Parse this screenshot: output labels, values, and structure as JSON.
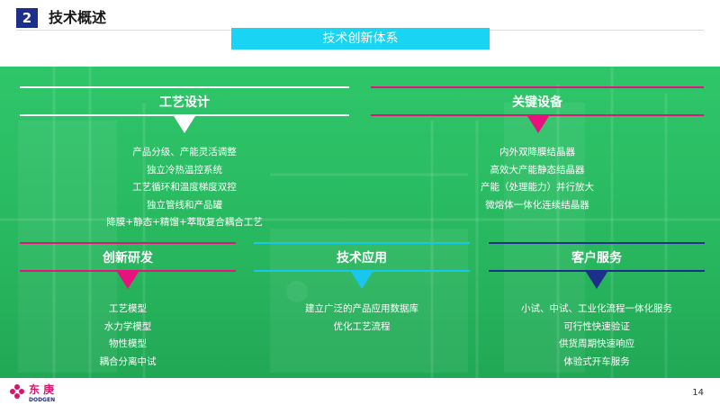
{
  "header": {
    "section_number": "2",
    "section_title": "技术概述",
    "banner": "技术创新体系"
  },
  "sections": {
    "process_design": {
      "title": "工艺设计",
      "items": [
        "产品分级、产能灵活调整",
        "独立冷热温控系统",
        "工艺循环和温度梯度双控",
        "独立管线和产品罐",
        "降膜+静态+精馏+萃取复合耦合工艺"
      ],
      "line_color": "#ffffff",
      "marker_color": "#ffffff"
    },
    "key_equipment": {
      "title": "关键设备",
      "items": [
        "内外双降膜结晶器",
        "高效大产能静态结晶器",
        "产能（处理能力）并行放大",
        "微熔体一体化连续结晶器"
      ],
      "line_color": "#e6127d",
      "marker_color": "#e6127d"
    },
    "innovation_rd": {
      "title": "创新研发",
      "items": [
        "工艺模型",
        "水力学模型",
        "物性模型",
        "耦合分离中试"
      ],
      "line_color": "#e6127d",
      "marker_color": "#e6127d"
    },
    "tech_application": {
      "title": "技术应用",
      "items": [
        "建立广泛的产品应用数据库",
        "优化工艺流程"
      ],
      "line_color": "#19c6f0",
      "marker_color": "#19c6f0"
    },
    "customer_service": {
      "title": "客户服务",
      "items": [
        "小试、中试、工业化流程一体化服务",
        "可行性快速验证",
        "供货周期快速响应",
        "体验式开车服务"
      ],
      "line_color": "#1d2f8a",
      "marker_color": "#1d2f8a"
    }
  },
  "footer": {
    "logo_text": "东 庚",
    "logo_subtext": "DODGEN",
    "page_number": "14"
  }
}
